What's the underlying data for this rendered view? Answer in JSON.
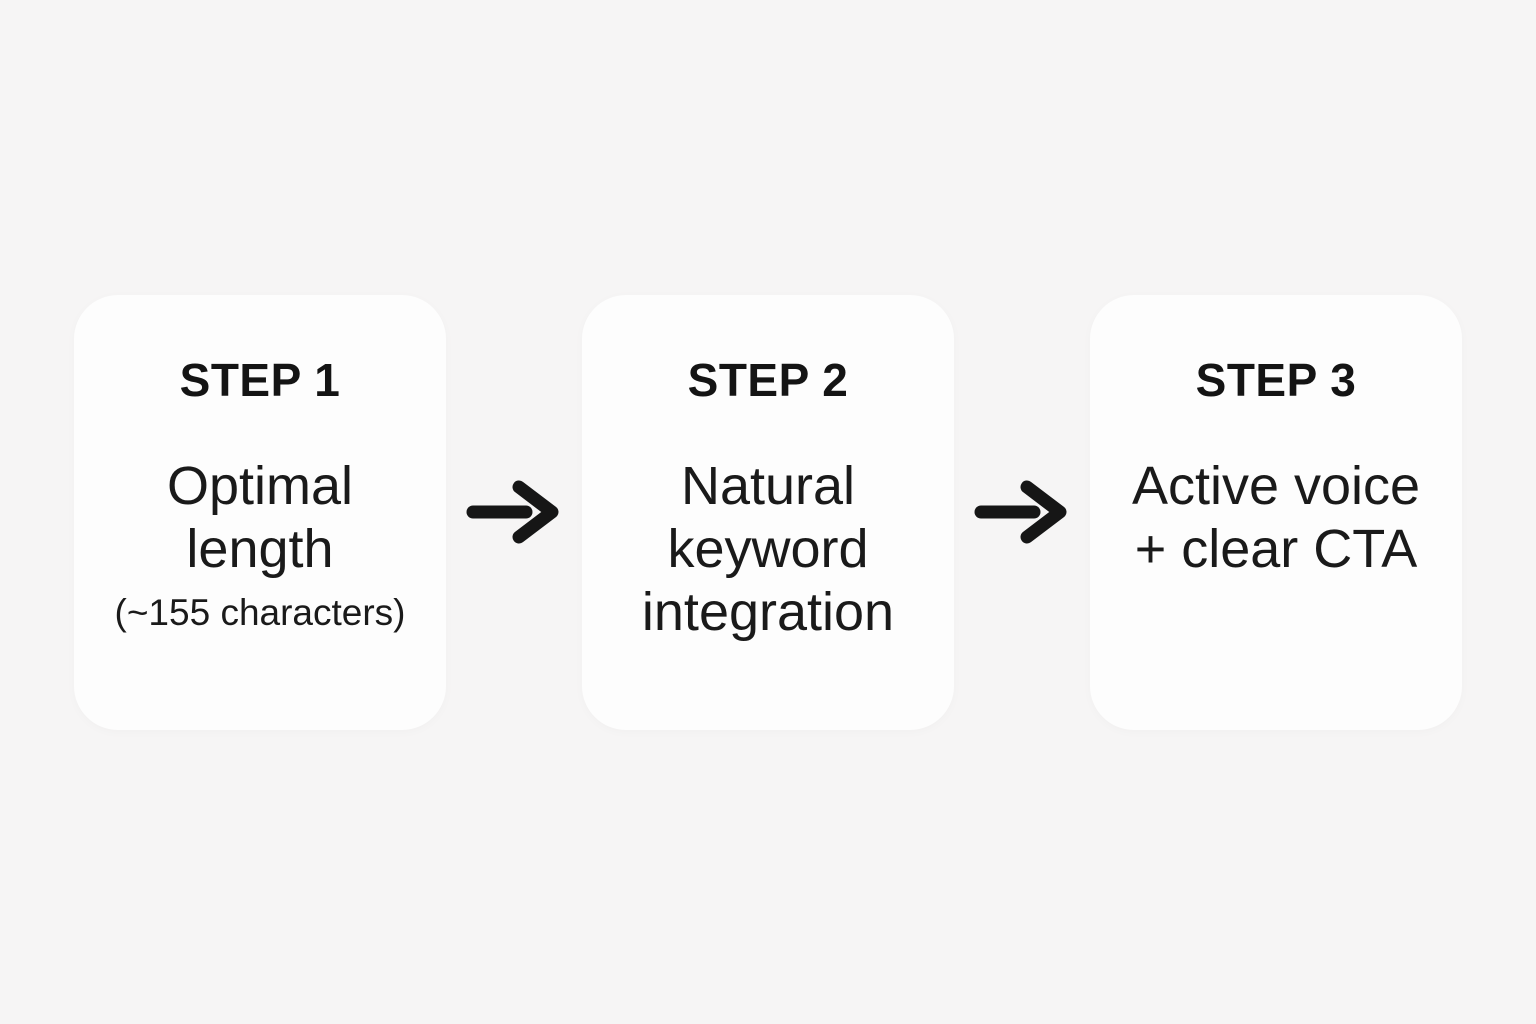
{
  "diagram": {
    "type": "process-flow",
    "background_color": "#f6f5f5",
    "card_color": "#fdfdfd",
    "text_color": "#1a1a1a",
    "arrow_color": "#161616",
    "steps": [
      {
        "label": "STEP 1",
        "title": "Optimal\nlength",
        "note": "(~155 characters)"
      },
      {
        "label": "STEP 2",
        "title": "Natural\nkeyword\nintegration"
      },
      {
        "label": "STEP 3",
        "title": "Active voice\n+ clear CTA"
      }
    ],
    "connector_icon": "arrow-right"
  }
}
